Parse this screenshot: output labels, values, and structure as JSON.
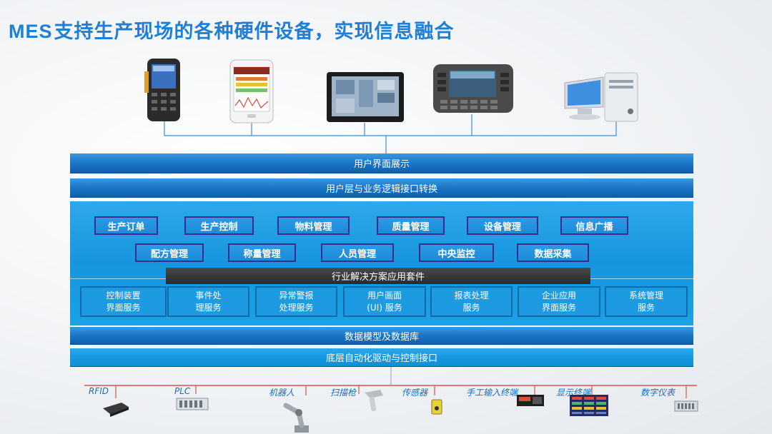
{
  "title": {
    "prefix": "MES",
    "text": "支持生产现场的各种硬件设备，实现信息融合"
  },
  "layers": {
    "ui_display": "用户界面展示",
    "ui_logic_interface": "用户层与业务逻辑接口转换",
    "industry_suite": "行业解决方案应用套件",
    "data_model": "数据模型及数据库",
    "automation_driver": "底层自动化驱动与控制接口"
  },
  "modules_row1": [
    "生产订单",
    "生产控制",
    "物料管理",
    "质量管理",
    "设备管理",
    "信息广播"
  ],
  "modules_row2": [
    "配方管理",
    "称量管理",
    "人员管理",
    "中央监控",
    "数据采集"
  ],
  "services": [
    {
      "line1": "控制装置",
      "line2": "界面服务"
    },
    {
      "line1": "事件处",
      "line2": "理服务"
    },
    {
      "line1": "异常警报",
      "line2": "处理服务"
    },
    {
      "line1": "用户画面",
      "line2": "(UI) 服务"
    },
    {
      "line1": "报表处理",
      "line2": "服务"
    },
    {
      "line1": "企业应用",
      "line2": "界面服务"
    },
    {
      "line1": "系统管理",
      "line2": "服务"
    }
  ],
  "hardware": [
    "RFID",
    "PLC",
    "机器人",
    "扫描枪",
    "传感器",
    "手工输入终端",
    "显示终端",
    "数字仪表"
  ],
  "colors": {
    "title_blue": "#1f7fd6",
    "layer_blue": "#1b76c8",
    "panel_blue": "#1696de",
    "module_border": "#3d2a8f",
    "suite_dark": "#2a2a2a",
    "bus_red": "#d9534f"
  },
  "devices": [
    "handheld-terminal-icon",
    "smartphone-icon",
    "touch-panel-icon",
    "vehicle-terminal-icon",
    "desktop-computer-icon"
  ]
}
